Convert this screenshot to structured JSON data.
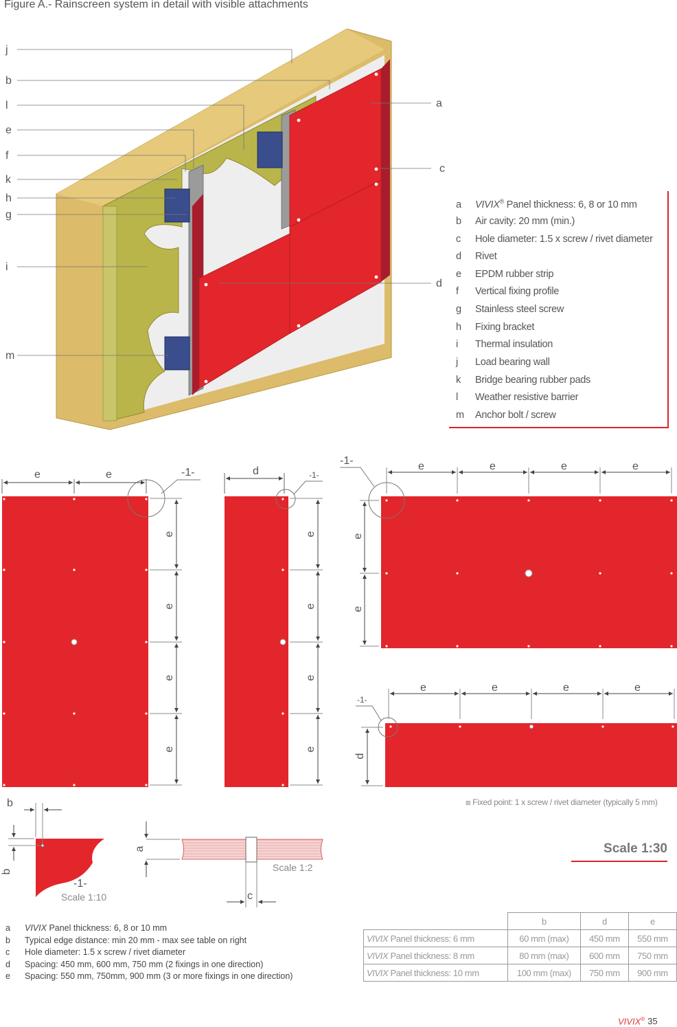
{
  "figure_title": "Figure A.- Rainscreen system in detail with visible attachments",
  "left_labels": [
    "j",
    "b",
    "l",
    "e",
    "f",
    "k",
    "h",
    "g",
    "i",
    "m"
  ],
  "right_labels": [
    "a",
    "c",
    "d"
  ],
  "legend": [
    {
      "key": "a",
      "brand": "VIVIX",
      "reg": "®",
      "text": " Panel thickness: 6, 8 or 10 mm"
    },
    {
      "key": "b",
      "text": "Air cavity: 20 mm (min.)"
    },
    {
      "key": "c",
      "text": "Hole diameter: 1.5 x screw / rivet diameter"
    },
    {
      "key": "d",
      "text": "Rivet"
    },
    {
      "key": "e",
      "text": "EPDM rubber strip"
    },
    {
      "key": "f",
      "text": "Vertical fixing profile"
    },
    {
      "key": "g",
      "text": "Stainless steel screw"
    },
    {
      "key": "h",
      "text": "Fixing bracket"
    },
    {
      "key": "i",
      "text": "Thermal insulation"
    },
    {
      "key": "j",
      "text": "Load bearing wall"
    },
    {
      "key": "k",
      "text": "Bridge bearing rubber pads"
    },
    {
      "key": "l",
      "text": "Weather resistive barrier"
    },
    {
      "key": "m",
      "text": "Anchor bolt / screw"
    }
  ],
  "dims": {
    "e": "e",
    "d": "d",
    "a": "a",
    "b": "b",
    "c": "c",
    "detail": "-1-"
  },
  "scales": {
    "s110": "Scale 1:10",
    "s12": "Scale 1:2",
    "s130": "Scale 1:30"
  },
  "fixed_note": "Fixed point: 1 x screw / rivet diameter (typically 5 mm)",
  "notes": [
    {
      "key": "a",
      "brand": "VIVIX",
      "text": " Panel thickness: 6, 8 or 10 mm"
    },
    {
      "key": "b",
      "text": "Typical edge distance: min 20 mm - max see table on right"
    },
    {
      "key": "c",
      "text": "Hole diameter: 1.5 x screw / rivet diameter"
    },
    {
      "key": "d",
      "text": "Spacing: 450 mm, 600 mm, 750 mm (2 fixings in one direction)"
    },
    {
      "key": "e",
      "text": "Spacing: 550 mm, 750mm, 900 mm (3 or more fixings in one direction)"
    }
  ],
  "table": {
    "headers": [
      "",
      "b",
      "d",
      "e"
    ],
    "rows": [
      {
        "brand": "VIVIX",
        "label": " Panel thickness: 6 mm",
        "b": "60 mm (max)",
        "d": "450 mm",
        "e": "550 mm"
      },
      {
        "brand": "VIVIX",
        "label": " Panel thickness: 8 mm",
        "b": "80 mm (max)",
        "d": "600 mm",
        "e": "750 mm"
      },
      {
        "brand": "VIVIX",
        "label": " Panel thickness: 10 mm",
        "b": "100 mm (max)",
        "d": "750 mm",
        "e": "900 mm"
      }
    ]
  },
  "footer": {
    "brand": "VIVIX",
    "reg": "®",
    "page": "35"
  },
  "colors": {
    "panel": "#e3262b",
    "panel_side": "#a81c2c",
    "wall": "#dcbb6a",
    "insulation": "#b9b54a",
    "accent": "#d9232a",
    "bracket": "#3a4d8c"
  }
}
